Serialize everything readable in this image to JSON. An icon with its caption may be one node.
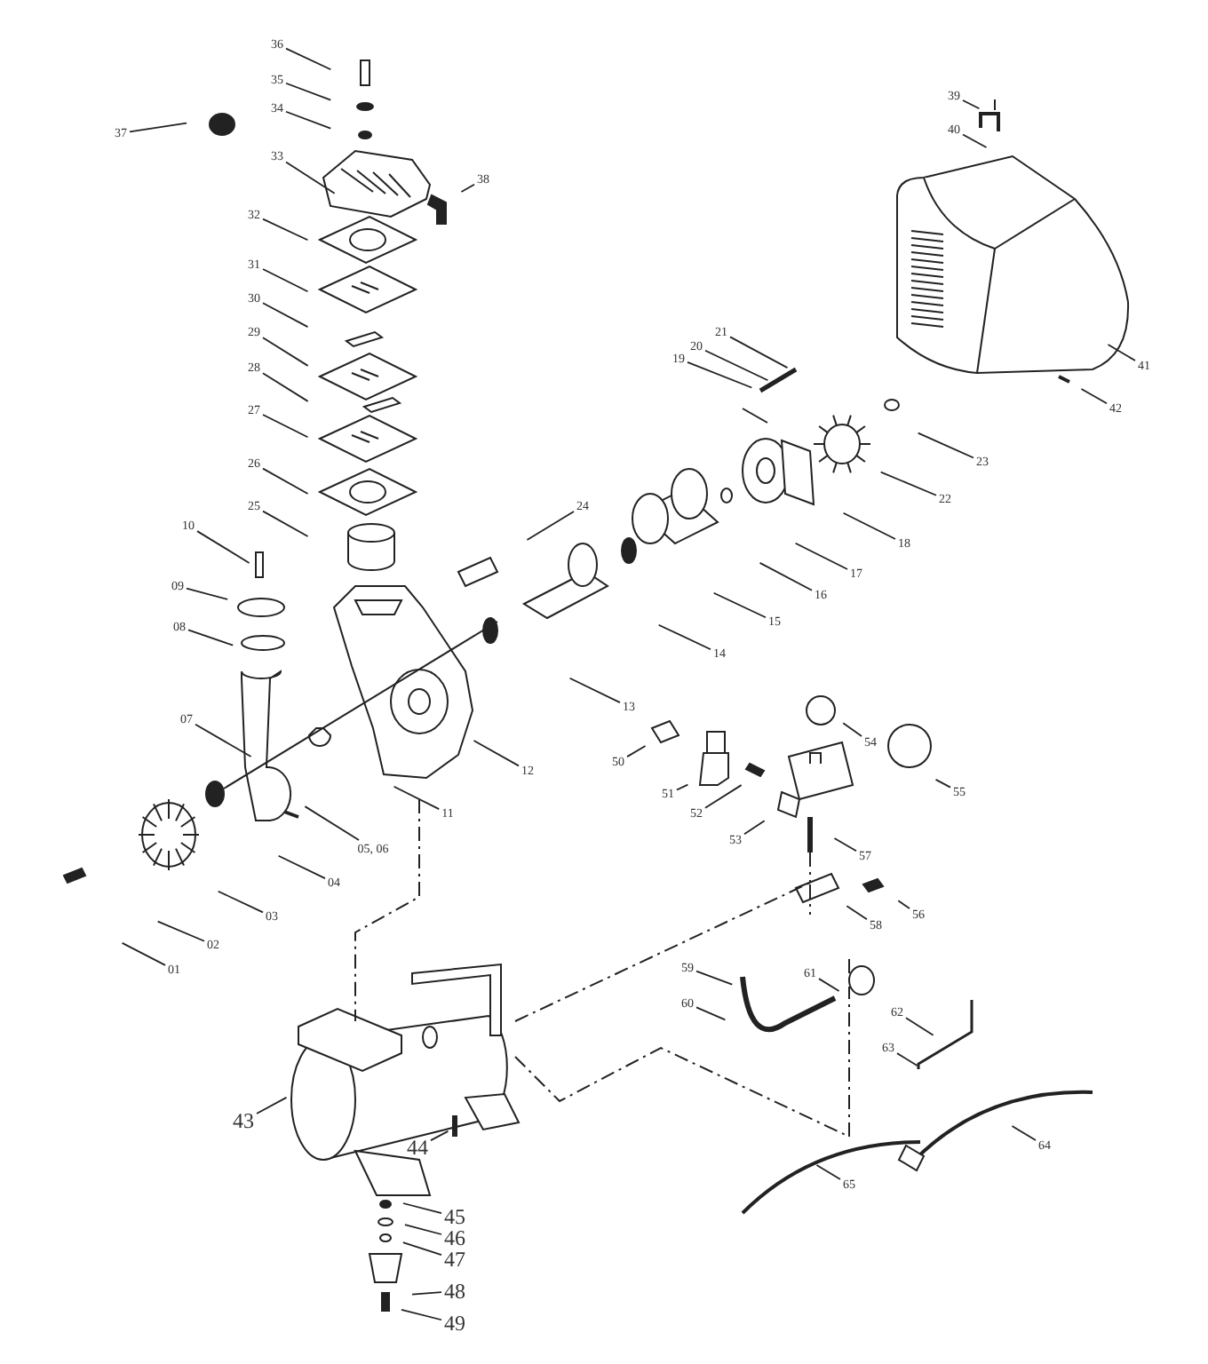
{
  "diagram": {
    "nodes": [
      {
        "text": [
          "36"
        ]
      },
      {
        "text": [
          "35"
        ]
      },
      {
        "text": [
          "34"
        ]
      },
      {
        "text": [
          "37"
        ]
      },
      {
        "text": [
          "33"
        ]
      },
      {
        "text": [
          "38"
        ]
      },
      {
        "text": [
          "39"
        ]
      },
      {
        "text": [
          "40"
        ]
      },
      {
        "text": [
          "32"
        ]
      },
      {
        "text": [
          "31"
        ]
      },
      {
        "text": [
          "30"
        ]
      },
      {
        "text": [
          "29"
        ]
      },
      {
        "text": [
          "21"
        ]
      },
      {
        "text": [
          "20"
        ]
      },
      {
        "text": [
          "19"
        ]
      },
      {
        "text": [
          "41"
        ]
      },
      {
        "text": [
          "28"
        ]
      },
      {
        "text": [
          "42"
        ]
      },
      {
        "text": [
          "27"
        ]
      },
      {
        "text": [
          "23"
        ]
      },
      {
        "text": [
          "26"
        ]
      },
      {
        "text": [
          "22"
        ]
      },
      {
        "text": [
          "25"
        ]
      },
      {
        "text": [
          "24"
        ]
      },
      {
        "text": [
          "10"
        ]
      },
      {
        "text": [
          "18"
        ]
      },
      {
        "text": [
          "17"
        ]
      },
      {
        "text": [
          "09"
        ]
      },
      {
        "text": [
          "16"
        ]
      },
      {
        "text": [
          "15"
        ]
      },
      {
        "text": [
          "08"
        ]
      },
      {
        "text": [
          "14"
        ]
      },
      {
        "text": [
          "13"
        ]
      },
      {
        "text": [
          "07"
        ]
      },
      {
        "text": [
          "54"
        ]
      },
      {
        "text": [
          "50"
        ]
      },
      {
        "text": [
          "12"
        ]
      },
      {
        "text": [
          "55"
        ]
      },
      {
        "text": [
          "51"
        ]
      },
      {
        "text": [
          "52"
        ]
      },
      {
        "text": [
          "11"
        ]
      },
      {
        "text": [
          "53"
        ]
      },
      {
        "text": [
          "05, 06"
        ]
      },
      {
        "text": [
          "57"
        ]
      },
      {
        "text": [
          "04"
        ]
      },
      {
        "text": [
          "56"
        ]
      },
      {
        "text": [
          "58"
        ]
      },
      {
        "text": [
          "03"
        ]
      },
      {
        "text": [
          "02"
        ]
      },
      {
        "text": [
          "01"
        ]
      },
      {
        "text": [
          "59"
        ]
      },
      {
        "text": [
          "61"
        ]
      },
      {
        "text": [
          "60"
        ]
      },
      {
        "text": [
          "62"
        ]
      },
      {
        "text": [
          "63"
        ]
      },
      {
        "text": [
          "43"
        ]
      },
      {
        "text": [
          "64"
        ]
      },
      {
        "text": [
          "44"
        ]
      },
      {
        "text": [
          "65"
        ]
      },
      {
        "text": [
          "45"
        ]
      },
      {
        "text": [
          "46"
        ]
      },
      {
        "text": [
          "47"
        ]
      },
      {
        "text": [
          "48"
        ]
      },
      {
        "text": [
          "49"
        ]
      }
    ],
    "edges": [
      {
        "from": 0,
        "to": null,
        "arrow": "none"
      },
      {
        "from": 1,
        "to": null,
        "arrow": "none"
      },
      {
        "from": 2,
        "to": null,
        "arrow": "none"
      },
      {
        "from": 3,
        "to": null,
        "arrow": "none"
      },
      {
        "from": 4,
        "to": null,
        "arrow": "none"
      },
      {
        "from": 5,
        "to": null,
        "arrow": "none"
      },
      {
        "from": 6,
        "to": null,
        "arrow": "none"
      },
      {
        "from": 7,
        "to": null,
        "arrow": "none"
      },
      {
        "from": 8,
        "to": null,
        "arrow": "none"
      },
      {
        "from": 9,
        "to": null,
        "arrow": "none"
      },
      {
        "from": 10,
        "to": null,
        "arrow": "none"
      },
      {
        "from": 11,
        "to": null,
        "arrow": "none"
      },
      {
        "from": 12,
        "to": null,
        "arrow": "none"
      },
      {
        "from": 13,
        "to": null,
        "arrow": "none"
      },
      {
        "from": 14,
        "to": null,
        "arrow": "none"
      },
      {
        "from": 15,
        "to": null,
        "arrow": "none"
      },
      {
        "from": 16,
        "to": null,
        "arrow": "none"
      },
      {
        "from": 17,
        "to": null,
        "arrow": "none"
      },
      {
        "from": 18,
        "to": null,
        "arrow": "none"
      },
      {
        "from": 19,
        "to": null,
        "arrow": "none"
      },
      {
        "from": 20,
        "to": null,
        "arrow": "none"
      },
      {
        "from": 21,
        "to": null,
        "arrow": "none"
      },
      {
        "from": 22,
        "to": null,
        "arrow": "none"
      },
      {
        "from": 23,
        "to": null,
        "arrow": "none"
      },
      {
        "from": 24,
        "to": null,
        "arrow": "none"
      },
      {
        "from": 25,
        "to": null,
        "arrow": "none"
      },
      {
        "from": 26,
        "to": null,
        "arrow": "none"
      },
      {
        "from": 27,
        "to": null,
        "arrow": "none"
      },
      {
        "from": 28,
        "to": null,
        "arrow": "none"
      },
      {
        "from": 29,
        "to": null,
        "arrow": "none"
      },
      {
        "from": 30,
        "to": null,
        "arrow": "none"
      },
      {
        "from": 31,
        "to": null,
        "arrow": "none"
      },
      {
        "from": 32,
        "to": null,
        "arrow": "none"
      },
      {
        "from": 33,
        "to": null,
        "arrow": "none"
      },
      {
        "from": 34,
        "to": null,
        "arrow": "none"
      },
      {
        "from": 35,
        "to": null,
        "arrow": "none"
      },
      {
        "from": 36,
        "to": null,
        "arrow": "none"
      },
      {
        "from": 37,
        "to": null,
        "arrow": "none"
      },
      {
        "from": 38,
        "to": null,
        "arrow": "none"
      },
      {
        "from": 39,
        "to": null,
        "arrow": "none"
      },
      {
        "from": 40,
        "to": null,
        "arrow": "none"
      },
      {
        "from": 41,
        "to": null,
        "arrow": "none"
      },
      {
        "from": 42,
        "to": null,
        "arrow": "none"
      },
      {
        "from": 43,
        "to": null,
        "arrow": "none"
      },
      {
        "from": 44,
        "to": null,
        "arrow": "none"
      },
      {
        "from": 45,
        "to": null,
        "arrow": "none"
      },
      {
        "from": 46,
        "to": null,
        "arrow": "none"
      },
      {
        "from": 47,
        "to": null,
        "arrow": "none"
      },
      {
        "from": 48,
        "to": null,
        "arrow": "none"
      },
      {
        "from": 49,
        "to": null,
        "arrow": "none"
      },
      {
        "from": 50,
        "to": null,
        "arrow": "none"
      },
      {
        "from": 51,
        "to": null,
        "arrow": "none"
      },
      {
        "from": 52,
        "to": null,
        "arrow": "none"
      },
      {
        "from": 53,
        "to": null,
        "arrow": "none"
      },
      {
        "from": 54,
        "to": null,
        "arrow": "none"
      },
      {
        "from": 55,
        "to": null,
        "arrow": "none"
      },
      {
        "from": 56,
        "to": null,
        "arrow": "none"
      },
      {
        "from": 57,
        "to": null,
        "arrow": "none"
      },
      {
        "from": 58,
        "to": null,
        "arrow": "none"
      },
      {
        "from": 59,
        "to": null,
        "arrow": "none"
      },
      {
        "from": 60,
        "to": null,
        "arrow": "none"
      },
      {
        "from": 61,
        "to": null,
        "arrow": "none"
      },
      {
        "from": 62,
        "to": null,
        "arrow": "none"
      },
      {
        "from": 63,
        "to": null,
        "arrow": "none"
      }
    ]
  }
}
